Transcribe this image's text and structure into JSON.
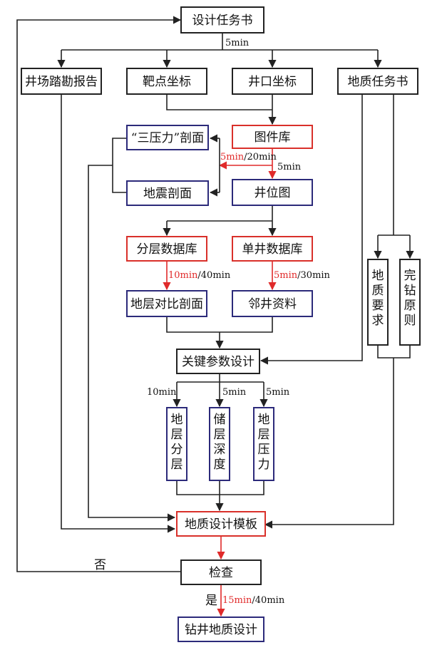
{
  "colors": {
    "black_border": "#222222",
    "red_border": "#d9302a",
    "blue_border": "#2c2a7a",
    "red_text": "#e02a2a",
    "black_text": "#111111"
  },
  "nodes": {
    "task_book": "设计任务书",
    "well_report": "井场踏勘报告",
    "target_coords": "靶点坐标",
    "wellhead_coords": "井口坐标",
    "geo_task_book": "地质任务书",
    "map_library": "图件库",
    "three_pressure_profile": "“三压力”剖面",
    "seismic_profile": "地震剖面",
    "well_location_map": "井位图",
    "layered_database": "分层数据库",
    "single_well_database": "单井数据库",
    "strata_comparison_profile": "地层对比剖面",
    "adjacent_well_data": "邻井资料",
    "key_param_design": "关键参数设计",
    "geo_requirements": "地质要求",
    "completion_principles": "完钻原则",
    "stratum_layering": "地层分层",
    "reservoir_depth": "储层深度",
    "formation_pressure": "地层压力",
    "geo_design_template": "地质设计模板",
    "check": "检查",
    "drilling_geo_design": "钻井地质设计"
  },
  "labels": {
    "top_time": "5min",
    "map_red_time": "5min",
    "map_black_time": "/20min",
    "map_to_well_time": "5min",
    "layered_red_time": "10min",
    "layered_black_time": "/40min",
    "single_red_time": "5min",
    "single_black_time": "/30min",
    "stratum_time": "10min",
    "reservoir_time": "5min",
    "pressure_time": "5min",
    "no_label": "否",
    "yes_label": "是",
    "check_red_time": "15min",
    "check_black_time": "/40min"
  }
}
